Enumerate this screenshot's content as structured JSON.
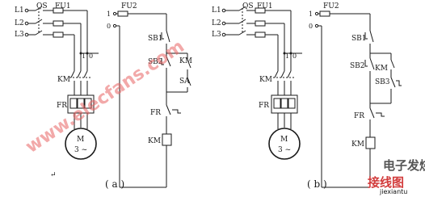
{
  "labels": {
    "L1": "L1",
    "L2": "L2",
    "L3": "L3",
    "QS": "QS",
    "FU1": "FU1",
    "FU2": "FU2",
    "one": "1",
    "zero": "0",
    "KM": "KM",
    "FR": "FR",
    "M": "M",
    "motor_phase": "3 ~",
    "SB1": "SB1",
    "SB2": "SB2",
    "SB3": "SB3",
    "SA": "SA",
    "ret": "↵"
  },
  "captions": {
    "a": "( a )",
    "b": "( b )"
  },
  "watermark": {
    "text": "www.elecfans.com"
  },
  "logo": {
    "cn": "接线图",
    "sub": "jiexiantu",
    "cn2": "电子发烧友",
    "color_red": "#d23b3b",
    "color_black": "#111111"
  }
}
